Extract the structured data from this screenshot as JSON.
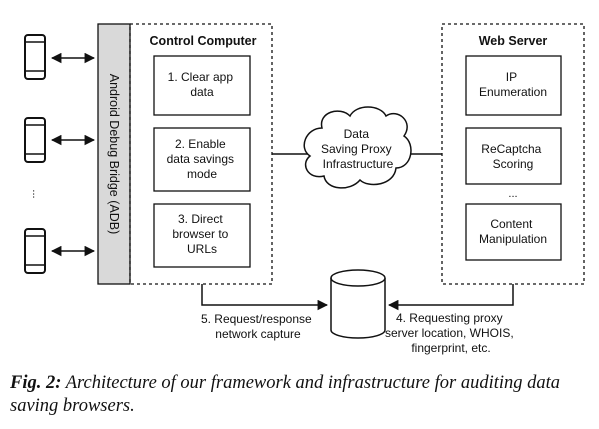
{
  "adb": {
    "label": "Android Debug Bridge (ADB)"
  },
  "phones": {
    "ellipsis": "..."
  },
  "control_computer": {
    "title": "Control Computer",
    "steps": [
      [
        "1. Clear app",
        "data"
      ],
      [
        "2. Enable",
        "data savings",
        "mode"
      ],
      [
        "3. Direct",
        "browser to",
        "URLs"
      ]
    ]
  },
  "proxy_cloud": {
    "lines": [
      "Data",
      "Saving Proxy",
      "Infrastructure"
    ]
  },
  "web_server": {
    "title": "Web Server",
    "boxes": [
      [
        "IP",
        "Enumeration"
      ],
      [
        "ReCaptcha",
        "Scoring"
      ],
      [
        "Content",
        "Manipulation"
      ]
    ],
    "ellipsis": "..."
  },
  "database": {
    "name": ""
  },
  "annotations": {
    "left": [
      "5. Request/response",
      "network capture"
    ],
    "right": [
      "4. Requesting proxy",
      "server location, WHOIS,",
      "fingerprint, etc."
    ]
  },
  "caption": {
    "lead": "Fig. 2:",
    "text": "Architecture of our framework and infrastructure for auditing data saving browsers."
  }
}
